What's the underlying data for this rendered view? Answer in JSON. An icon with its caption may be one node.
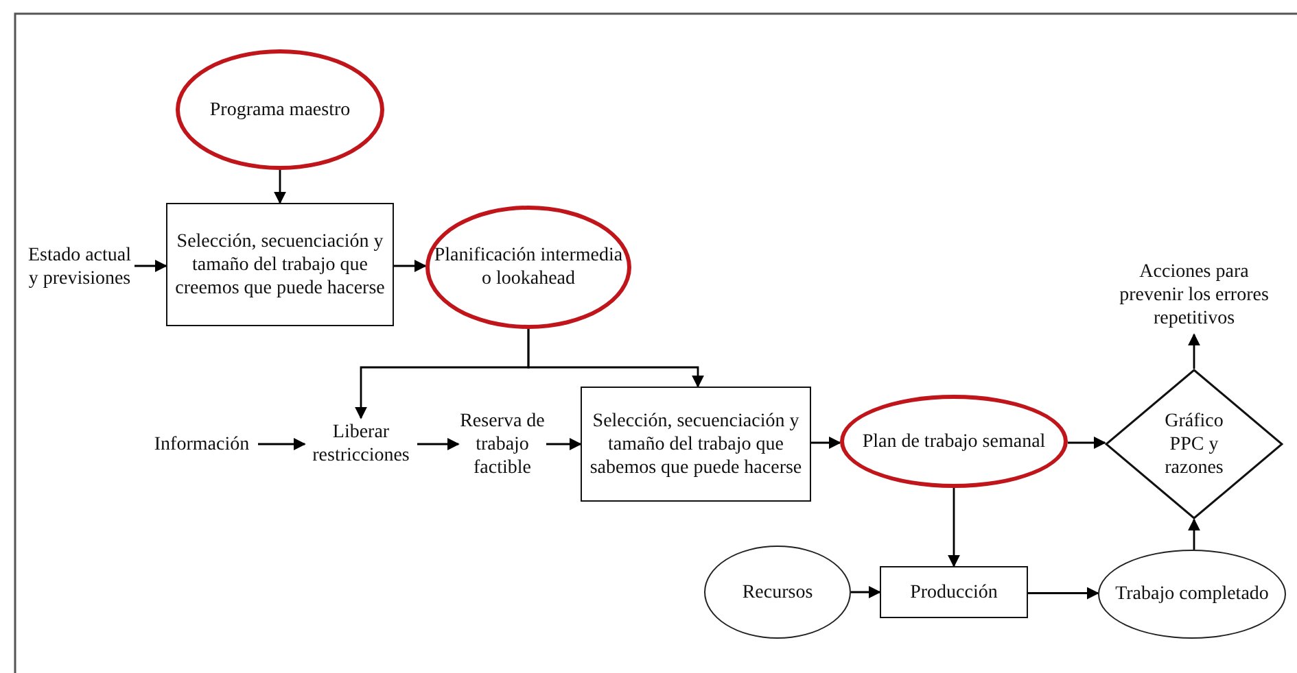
{
  "diagram": {
    "nodes": [
      {
        "text": [
          "Programa maestro"
        ]
      },
      {
        "text": [
          "Estado actual y previsiones"
        ]
      },
      {
        "text": [
          "Selección, secuenciación y tamaño del trabajo que creemos que puede hacerse"
        ]
      },
      {
        "text": [
          "Planificación intermedia o lookahead"
        ]
      },
      {
        "text": [
          "Información"
        ]
      },
      {
        "text": [
          "Liberar restricciones"
        ]
      },
      {
        "text": [
          "Reserva de trabajo factible"
        ]
      },
      {
        "text": [
          "Selección, secuenciación y tamaño del trabajo que sabemos que puede hacerse"
        ]
      },
      {
        "text": [
          "Plan de trabajo semanal"
        ]
      },
      {
        "text": [
          "Gráfico PPC y razones"
        ]
      },
      {
        "text": [
          "Acciones para prevenir los errores repetitivos"
        ]
      },
      {
        "text": [
          "Recursos"
        ]
      },
      {
        "text": [
          "Producción"
        ]
      },
      {
        "text": [
          "Trabajo completado"
        ]
      }
    ],
    "edges": [
      {
        "from": 0,
        "to": 2,
        "arrow": "to"
      },
      {
        "from": 1,
        "to": 2,
        "arrow": "to"
      },
      {
        "from": 2,
        "to": 3,
        "arrow": "to"
      },
      {
        "from": 3,
        "to": 5,
        "arrow": "to"
      },
      {
        "from": 3,
        "to": 7,
        "arrow": "to"
      },
      {
        "from": 4,
        "to": 5,
        "arrow": "to"
      },
      {
        "from": 5,
        "to": 6,
        "arrow": "to"
      },
      {
        "from": 6,
        "to": 7,
        "arrow": "to"
      },
      {
        "from": 7,
        "to": 8,
        "arrow": "to"
      },
      {
        "from": 8,
        "to": 9,
        "arrow": "to"
      },
      {
        "from": 9,
        "to": 10,
        "arrow": "to"
      },
      {
        "from": 8,
        "to": 12,
        "arrow": "to"
      },
      {
        "from": 11,
        "to": 12,
        "arrow": "to"
      },
      {
        "from": 12,
        "to": 13,
        "arrow": "to"
      },
      {
        "from": 13,
        "to": 9,
        "arrow": "to"
      }
    ]
  }
}
